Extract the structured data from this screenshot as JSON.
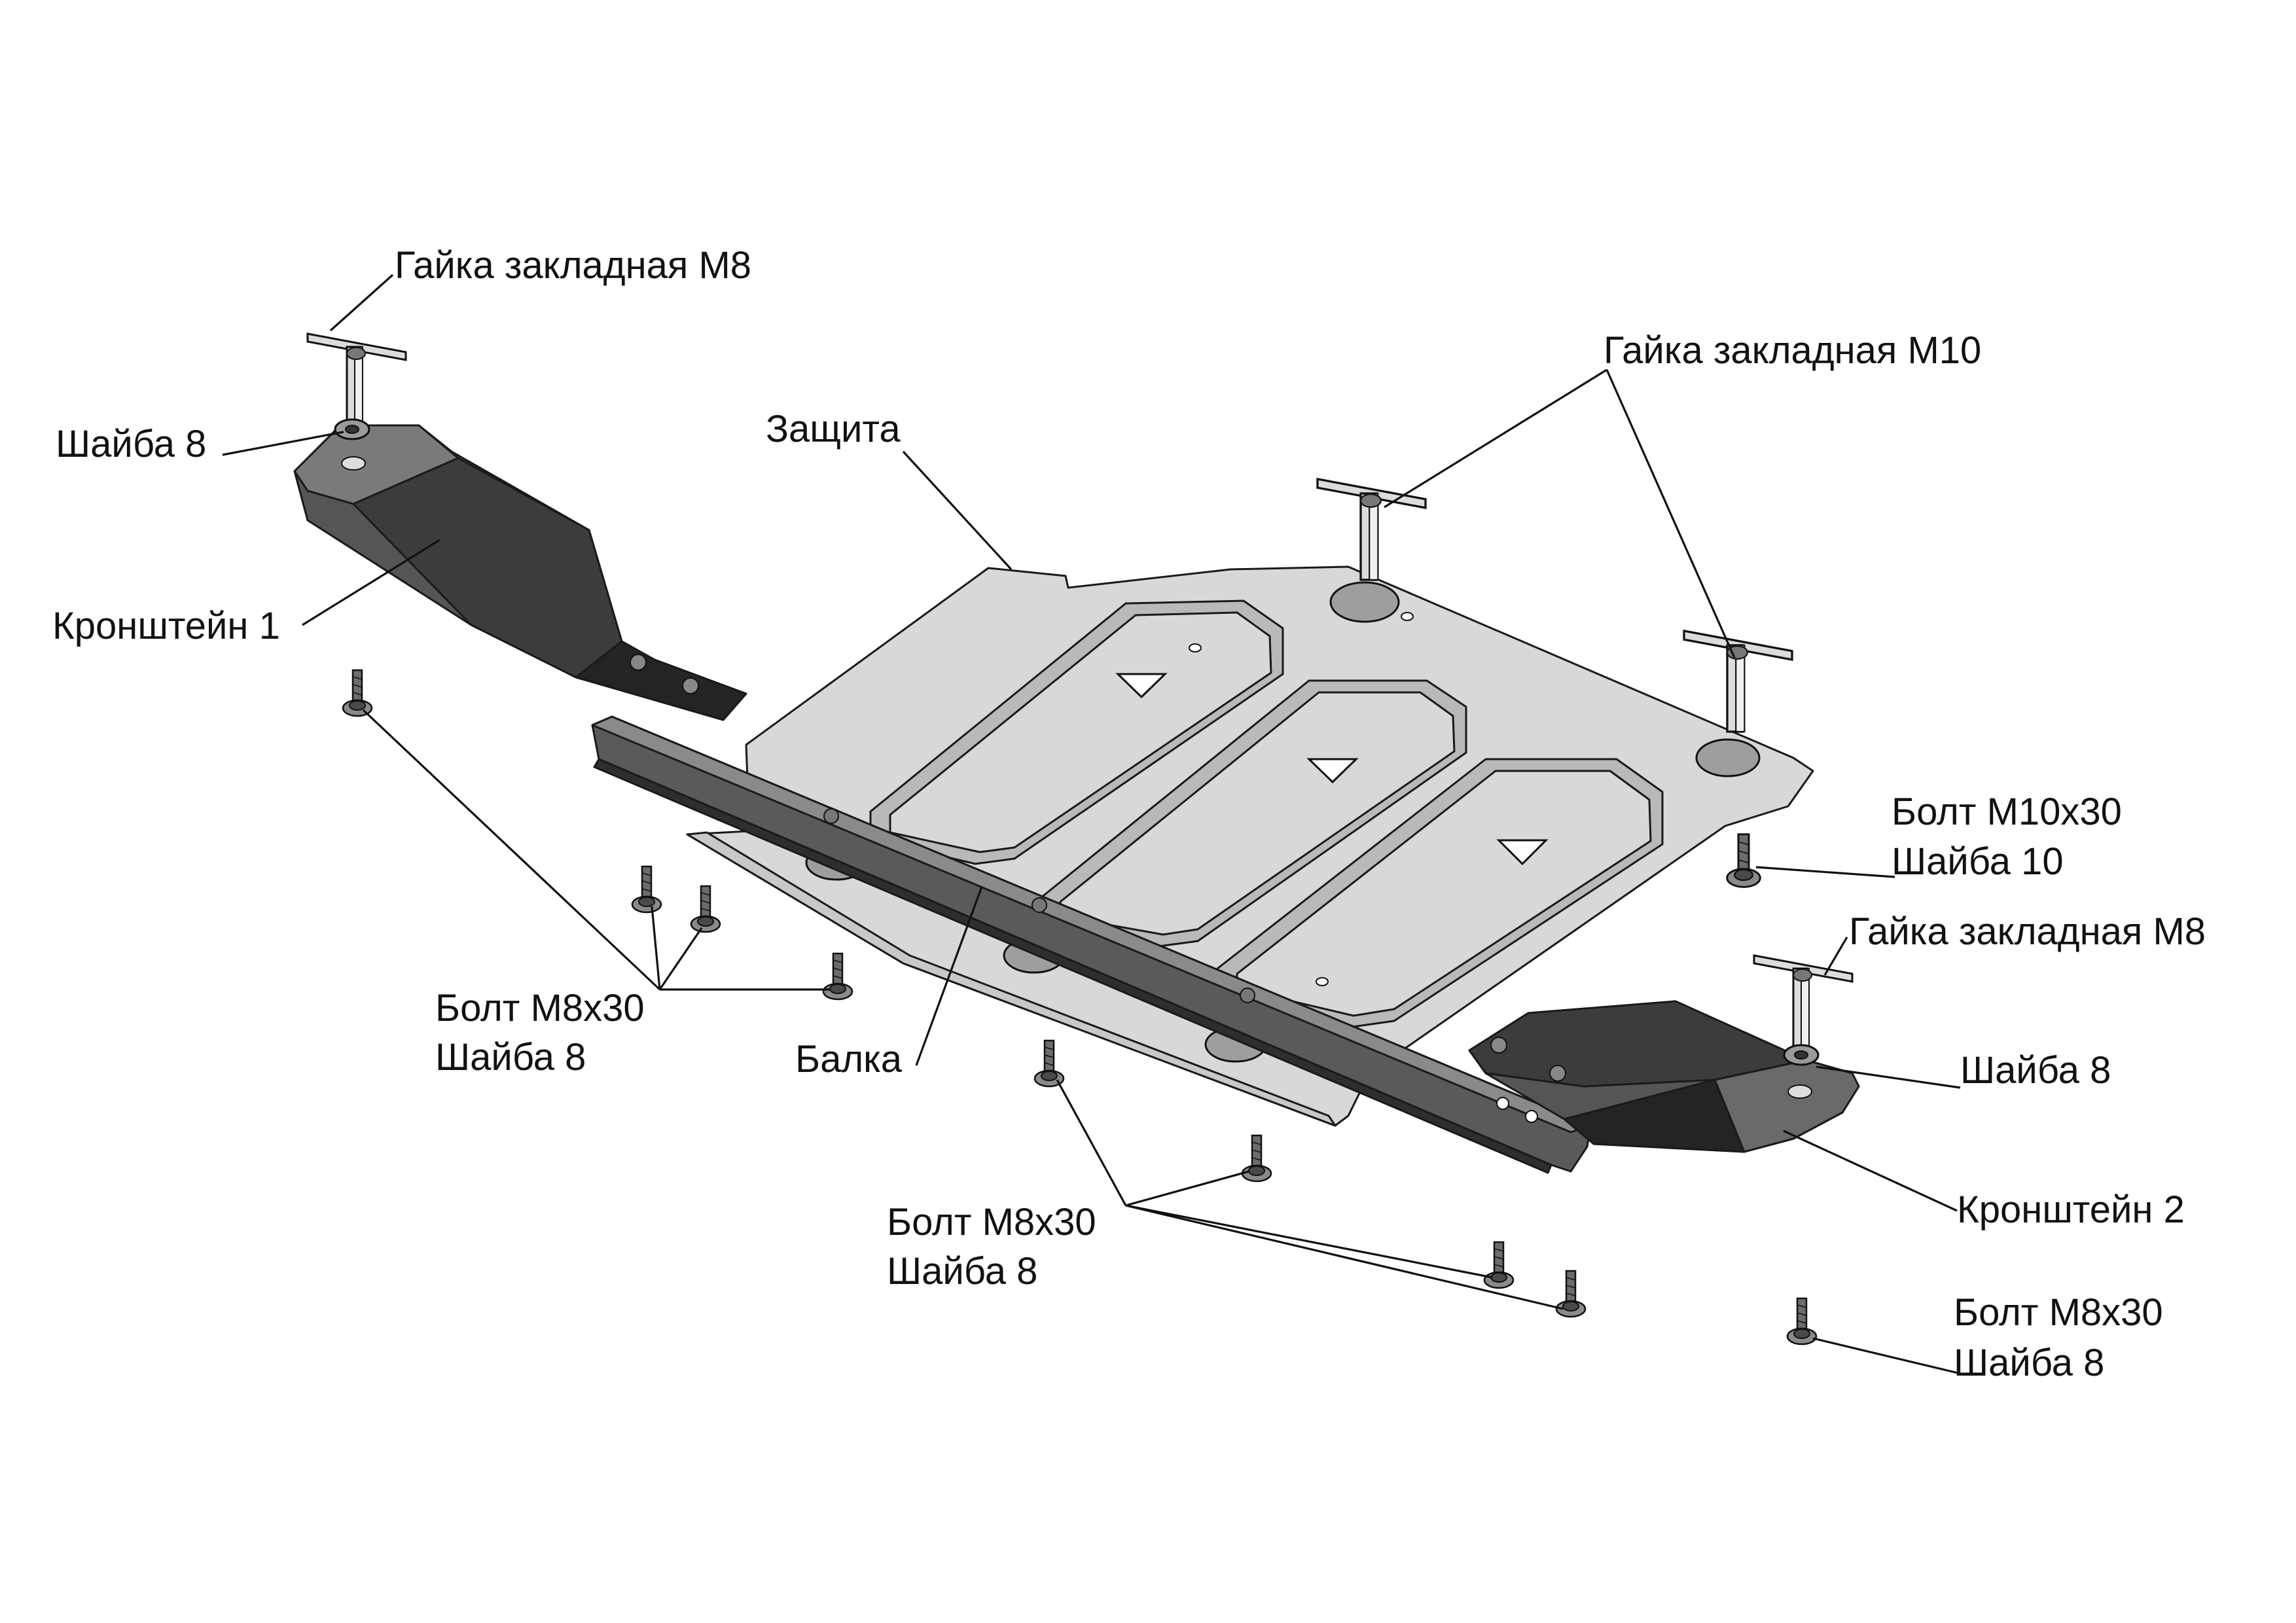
{
  "labels": {
    "nut_m8_top": "Гайка закладная М8",
    "washer8_left": "Шайба 8",
    "bracket1": "Кронштейн 1",
    "shield": "Защита",
    "nut_m10": "Гайка закладная М10",
    "bolt_m10_line1": "Болт М10х30",
    "bolt_m10_line2": "Шайба 10",
    "nut_m8_right": "Гайка закладная М8",
    "washer8_right": "Шайба 8",
    "bracket2": "Кронштейн 2",
    "bolt_left_line1": "Болт М8х30",
    "bolt_left_line2": "Шайба 8",
    "beam": "Балка",
    "bolt_mid_line1": "Болт М8х30",
    "bolt_mid_line2": "Шайба 8",
    "bolt_right_line1": "Болт М8х30",
    "bolt_right_line2": "Шайба 8"
  },
  "colors": {
    "plate": "#d8d8d8",
    "panel": "#b9b9b9",
    "bracket": "#3c3c3c",
    "line": "#111111",
    "background": "#ffffff"
  }
}
